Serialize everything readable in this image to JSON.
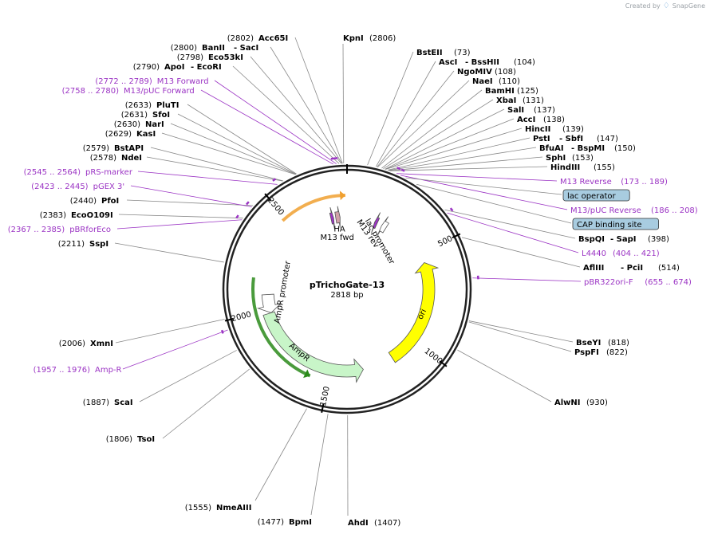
{
  "header": {
    "created_by": "Created by",
    "brand": "SnapGene",
    "brand_icon": "snapgene-logo-icon"
  },
  "plasmid": {
    "name": "pTrichoGate-13",
    "length_label": "2818 bp",
    "length": 2818
  },
  "ruler_ticks": [
    {
      "pos": 500,
      "label": "500"
    },
    {
      "pos": 1000,
      "label": "1000"
    },
    {
      "pos": 1500,
      "label": "1500"
    },
    {
      "pos": 2000,
      "label": "2000"
    },
    {
      "pos": 2500,
      "label": "2500"
    }
  ],
  "colors": {
    "backbone": "#222222",
    "primer": "#9b34c4",
    "ori": "#ffff00",
    "ampr_fill": "#c8f5c8",
    "lacp_fill": "#ffffff",
    "orf_orange": "#f0a030",
    "orf_green": "#2a8a1a",
    "feature_box": "#a8cce0"
  },
  "features": [
    {
      "name": "ori",
      "start": 555,
      "end": 1148,
      "dir": -1,
      "color": "#ffff00"
    },
    {
      "name": "AmpR",
      "start": 1319,
      "end": 1979,
      "dir": -1,
      "color": "#c8f5c8"
    },
    {
      "name": "AmpR promoter",
      "start": 1979,
      "end": 2084,
      "dir": -1,
      "color": "#ffffff"
    },
    {
      "name": "lac promoter",
      "start": 223,
      "end": 253,
      "dir": -1,
      "color": "#ffffff"
    },
    {
      "name": "HA",
      "start": 2748,
      "end": 2775,
      "dir": 1,
      "color": "#d0a0a8"
    },
    {
      "name": "M13 fwd",
      "start": 2718,
      "end": 2735,
      "dir": 1,
      "color": "#9b34c4"
    },
    {
      "name": "M13 rev",
      "start": 175,
      "end": 192,
      "dir": -1,
      "color": "#9b34c4"
    }
  ],
  "orf_arcs": [
    {
      "start": 2480,
      "end": 2810,
      "dir": 1,
      "color": "#f0a030"
    },
    {
      "start": 1590,
      "end": 2170,
      "dir": -1,
      "color": "#2a8a1a"
    }
  ],
  "sites": [
    {
      "name": "KpnI",
      "pos": "(2806)",
      "bp": 2806,
      "side": "right"
    },
    {
      "name": "Acc65I",
      "pos": "(2802)",
      "bp": 2802,
      "side": "left"
    },
    {
      "name": "BanII",
      "extra": "- SacI",
      "pos": "(2800)",
      "bp": 2800,
      "side": "left"
    },
    {
      "name": "Eco53kI",
      "pos": "(2798)",
      "bp": 2798,
      "side": "left"
    },
    {
      "name": "ApoI",
      "extra": "- EcoRI",
      "pos": "(2790)",
      "bp": 2790,
      "side": "left"
    },
    {
      "name": "PluTI",
      "pos": "(2633)",
      "bp": 2633,
      "side": "left"
    },
    {
      "name": "SfoI",
      "pos": "(2631)",
      "bp": 2631,
      "side": "left"
    },
    {
      "name": "NarI",
      "pos": "(2630)",
      "bp": 2630,
      "side": "left"
    },
    {
      "name": "KasI",
      "pos": "(2629)",
      "bp": 2629,
      "side": "left"
    },
    {
      "name": "BstAPI",
      "pos": "(2579)",
      "bp": 2579,
      "side": "left"
    },
    {
      "name": "NdeI",
      "pos": "(2578)",
      "bp": 2578,
      "side": "left"
    },
    {
      "name": "PfoI",
      "pos": "(2440)",
      "bp": 2440,
      "side": "left"
    },
    {
      "name": "EcoO109I",
      "pos": "(2383)",
      "bp": 2383,
      "side": "left"
    },
    {
      "name": "SspI",
      "pos": "(2211)",
      "bp": 2211,
      "side": "left"
    },
    {
      "name": "XmnI",
      "pos": "(2006)",
      "bp": 2006,
      "side": "left"
    },
    {
      "name": "ScaI",
      "pos": "(1887)",
      "bp": 1887,
      "side": "left"
    },
    {
      "name": "TsoI",
      "pos": "(1806)",
      "bp": 1806,
      "side": "left"
    },
    {
      "name": "NmeAIII",
      "pos": "(1555)",
      "bp": 1555,
      "side": "left"
    },
    {
      "name": "BpmI",
      "pos": "(1477)",
      "bp": 1477,
      "side": "left"
    },
    {
      "name": "AhdI",
      "pos": "(1407)",
      "bp": 1407,
      "side": "right"
    },
    {
      "name": "AlwNI",
      "pos": "(930)",
      "bp": 930,
      "side": "right"
    },
    {
      "name": "BseYI",
      "pos": "(818)",
      "bp": 818,
      "side": "right"
    },
    {
      "name": "PspFI",
      "pos": "(822)",
      "bp": 822,
      "side": "right"
    },
    {
      "name": "AflIII",
      "extra": "- PciI",
      "pos": "(514)",
      "bp": 514,
      "side": "right"
    },
    {
      "name": "BspQI",
      "extra": "- SapI",
      "pos": "(398)",
      "bp": 398,
      "side": "right"
    },
    {
      "name": "HindIII",
      "pos": "(155)",
      "bp": 155,
      "side": "right"
    },
    {
      "name": "SphI",
      "pos": "(153)",
      "bp": 153,
      "side": "right"
    },
    {
      "name": "BfuAI",
      "extra": "- BspMI",
      "pos": "(150)",
      "bp": 150,
      "side": "right"
    },
    {
      "name": "PstI",
      "extra": "- SbfI",
      "pos": "(147)",
      "bp": 147,
      "side": "right"
    },
    {
      "name": "HincII",
      "pos": "(139)",
      "bp": 139,
      "side": "right"
    },
    {
      "name": "AccI",
      "pos": "(138)",
      "bp": 138,
      "side": "right"
    },
    {
      "name": "SalI",
      "pos": "(137)",
      "bp": 137,
      "side": "right"
    },
    {
      "name": "XbaI",
      "pos": "(131)",
      "bp": 131,
      "side": "right"
    },
    {
      "name": "BamHI",
      "pos": "(125)",
      "bp": 125,
      "side": "right"
    },
    {
      "name": "NaeI",
      "pos": "(110)",
      "bp": 110,
      "side": "right"
    },
    {
      "name": "NgoMIV",
      "pos": "(108)",
      "bp": 108,
      "side": "right"
    },
    {
      "name": "AscI",
      "extra": "- BssHII",
      "pos": "(104)",
      "bp": 104,
      "side": "right"
    },
    {
      "name": "BstEII",
      "pos": "(73)",
      "bp": 73,
      "side": "right"
    }
  ],
  "primers": [
    {
      "name": "M13 Forward",
      "pos": "(2772 .. 2789)",
      "bp": 2780,
      "side": "left"
    },
    {
      "name": "M13/pUC Forward",
      "pos": "(2758 .. 2780)",
      "bp": 2769,
      "side": "left"
    },
    {
      "name": "pRS-marker",
      "pos": "(2545 .. 2564)",
      "bp": 2555,
      "side": "left"
    },
    {
      "name": "pGEX 3'",
      "pos": "(2423 .. 2445)",
      "bp": 2434,
      "side": "left"
    },
    {
      "name": "pBRforEco",
      "pos": "(2367 .. 2385)",
      "bp": 2376,
      "side": "left"
    },
    {
      "name": "Amp-R",
      "pos": "(1957 .. 1976)",
      "bp": 1966,
      "side": "left"
    },
    {
      "name": "M13 Reverse",
      "pos": "(173 .. 189)",
      "bp": 181,
      "side": "right"
    },
    {
      "name": "M13/pUC Reverse",
      "pos": "(186 .. 208)",
      "bp": 197,
      "side": "right"
    },
    {
      "name": "L4440",
      "pos": "(404 .. 421)",
      "bp": 412,
      "side": "right"
    },
    {
      "name": "pBR322ori-F",
      "pos": "(655 .. 674)",
      "bp": 664,
      "side": "right"
    }
  ],
  "feature_boxes": [
    {
      "name": "lac operator",
      "bp": 217
    },
    {
      "name": "CAP binding site",
      "bp": 262
    }
  ]
}
